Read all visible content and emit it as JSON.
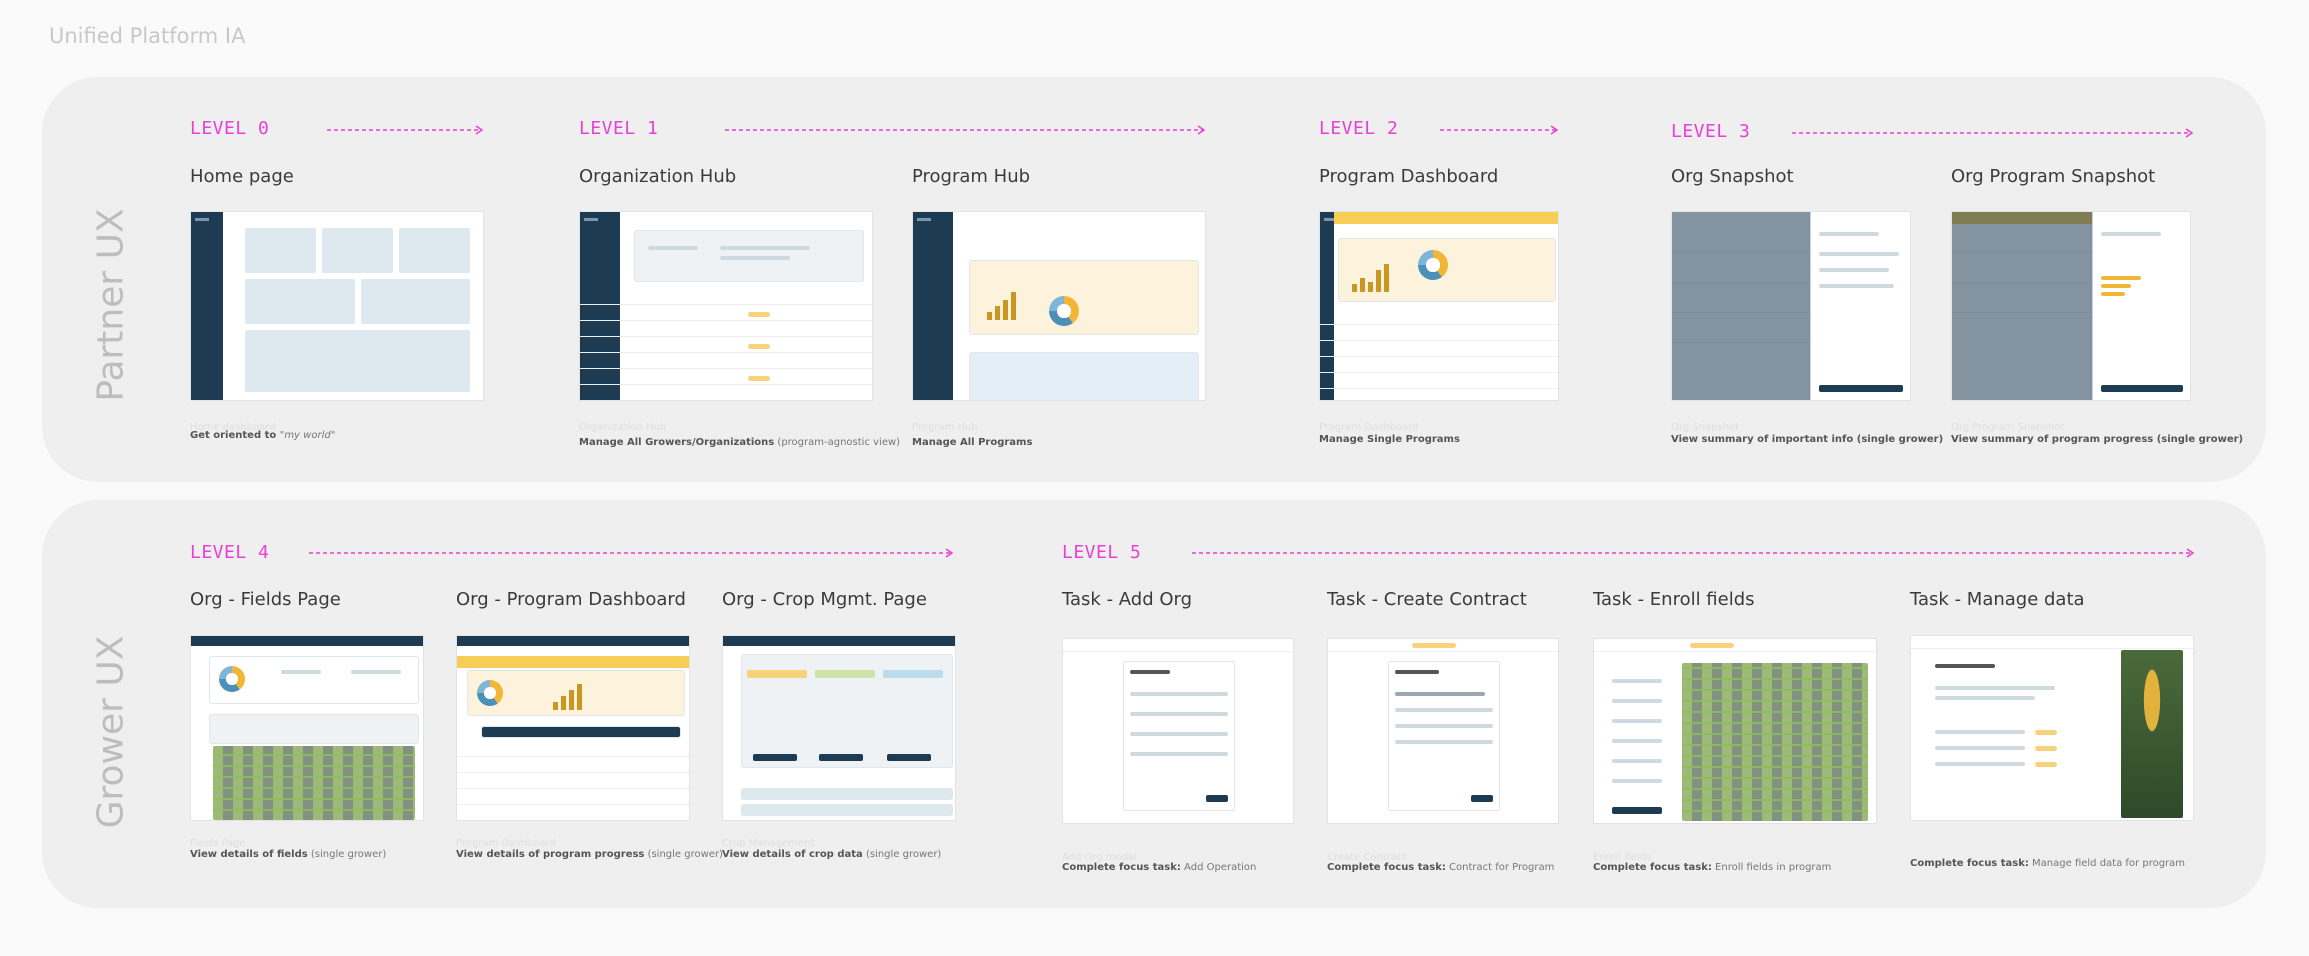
{
  "page_title": "Unified Platform IA",
  "partner_label": "Partner UX",
  "grower_label": "Grower UX",
  "levels": {
    "l0": "LEVEL 0",
    "l1": "LEVEL 1",
    "l2": "LEVEL 2",
    "l3": "LEVEL 3",
    "l4": "LEVEL 4",
    "l5": "LEVEL 5"
  },
  "accent_color": "#e93fd6",
  "screens": {
    "home": {
      "title": "Home page",
      "ghost": "Home dashboard",
      "caption_bold": "Get oriented to ",
      "caption_italic": "\"my world\""
    },
    "org_hub": {
      "title": "Organization Hub",
      "ghost": "Organization Hub",
      "caption_bold": "Manage All Growers/Organizations",
      "caption_rest": " (program-agnostic view)"
    },
    "program_hub": {
      "title": "Program Hub",
      "ghost": "Program Hub",
      "caption_bold": "Manage All Programs"
    },
    "program_dashboard": {
      "title": "Program Dashboard",
      "ghost": "Program Dashboard",
      "caption_bold": "Manage Single Programs"
    },
    "org_snapshot": {
      "title": "Org Snapshot",
      "ghost": "Org Snapshot",
      "caption_bold": "View summary of important info (single grower)"
    },
    "org_program_snapshot": {
      "title": "Org Program Snapshot",
      "ghost": "Org Program Snapshot",
      "caption_bold": "View summary of program progress (single grower)"
    },
    "org_fields": {
      "title": "Org - Fields Page",
      "ghost": "Fields Page",
      "caption_bold": "View details of fields",
      "caption_rest": " (single grower)"
    },
    "org_program_dashboard": {
      "title": "Org - Program Dashboard",
      "ghost": "Program Dashboard",
      "caption_bold": "View details of program progress",
      "caption_rest": " (single grower)"
    },
    "org_crop_mgmt": {
      "title": "Org - Crop Mgmt. Page",
      "ghost": "Crop Management",
      "caption_bold": "View details of crop data",
      "caption_rest": " (single grower)"
    },
    "task_add_org": {
      "title": "Task - Add Org",
      "ghost": "Add Org modal",
      "caption_bold": "Complete focus task:",
      "caption_rest": " Add Operation"
    },
    "task_create_contract": {
      "title": "Task - Create Contract",
      "ghost": "Create Contract",
      "caption_bold": "Complete focus task:",
      "caption_rest": " Contract for Program"
    },
    "task_enroll_fields": {
      "title": "Task - Enroll fields",
      "ghost": "Enroll fields",
      "caption_bold": "Complete focus task:",
      "caption_rest": " Enroll fields in program"
    },
    "task_manage_data": {
      "title": "Task - Manage data",
      "caption_bold": "Complete focus task:",
      "caption_rest": " Manage field data for program"
    }
  }
}
